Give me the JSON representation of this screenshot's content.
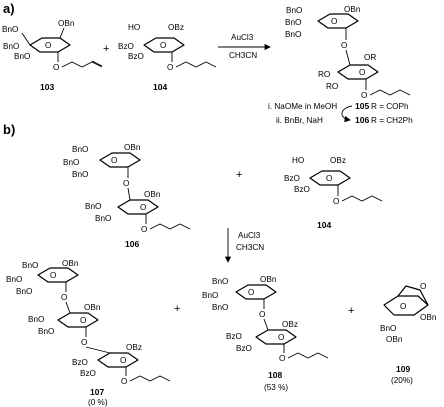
{
  "panels": {
    "a": "a)",
    "b": "b)"
  },
  "groups": {
    "bn": "BnO",
    "bzo": "BzO",
    "obn": "OBn",
    "obz": "OBz",
    "ho": "HO",
    "o": "O",
    "or": "OR",
    "ro": "RO"
  },
  "reagents": {
    "aucl3": "AuCl3",
    "ch3cn": "CH3CN",
    "step_i": "i. NaOMe in MeOH",
    "step_ii": "ii. BnBr, NaH",
    "r105": "R = COPh",
    "r106": "R = CH2Ph",
    "plus": "+"
  },
  "compounds": {
    "c103": "103",
    "c104": "104",
    "c105": "105",
    "c106": "106",
    "c107": "107",
    "c108": "108",
    "c109": "109"
  },
  "yields": {
    "y107": "(0 %)",
    "y108": "(53 %)",
    "y109": "(20%)"
  }
}
